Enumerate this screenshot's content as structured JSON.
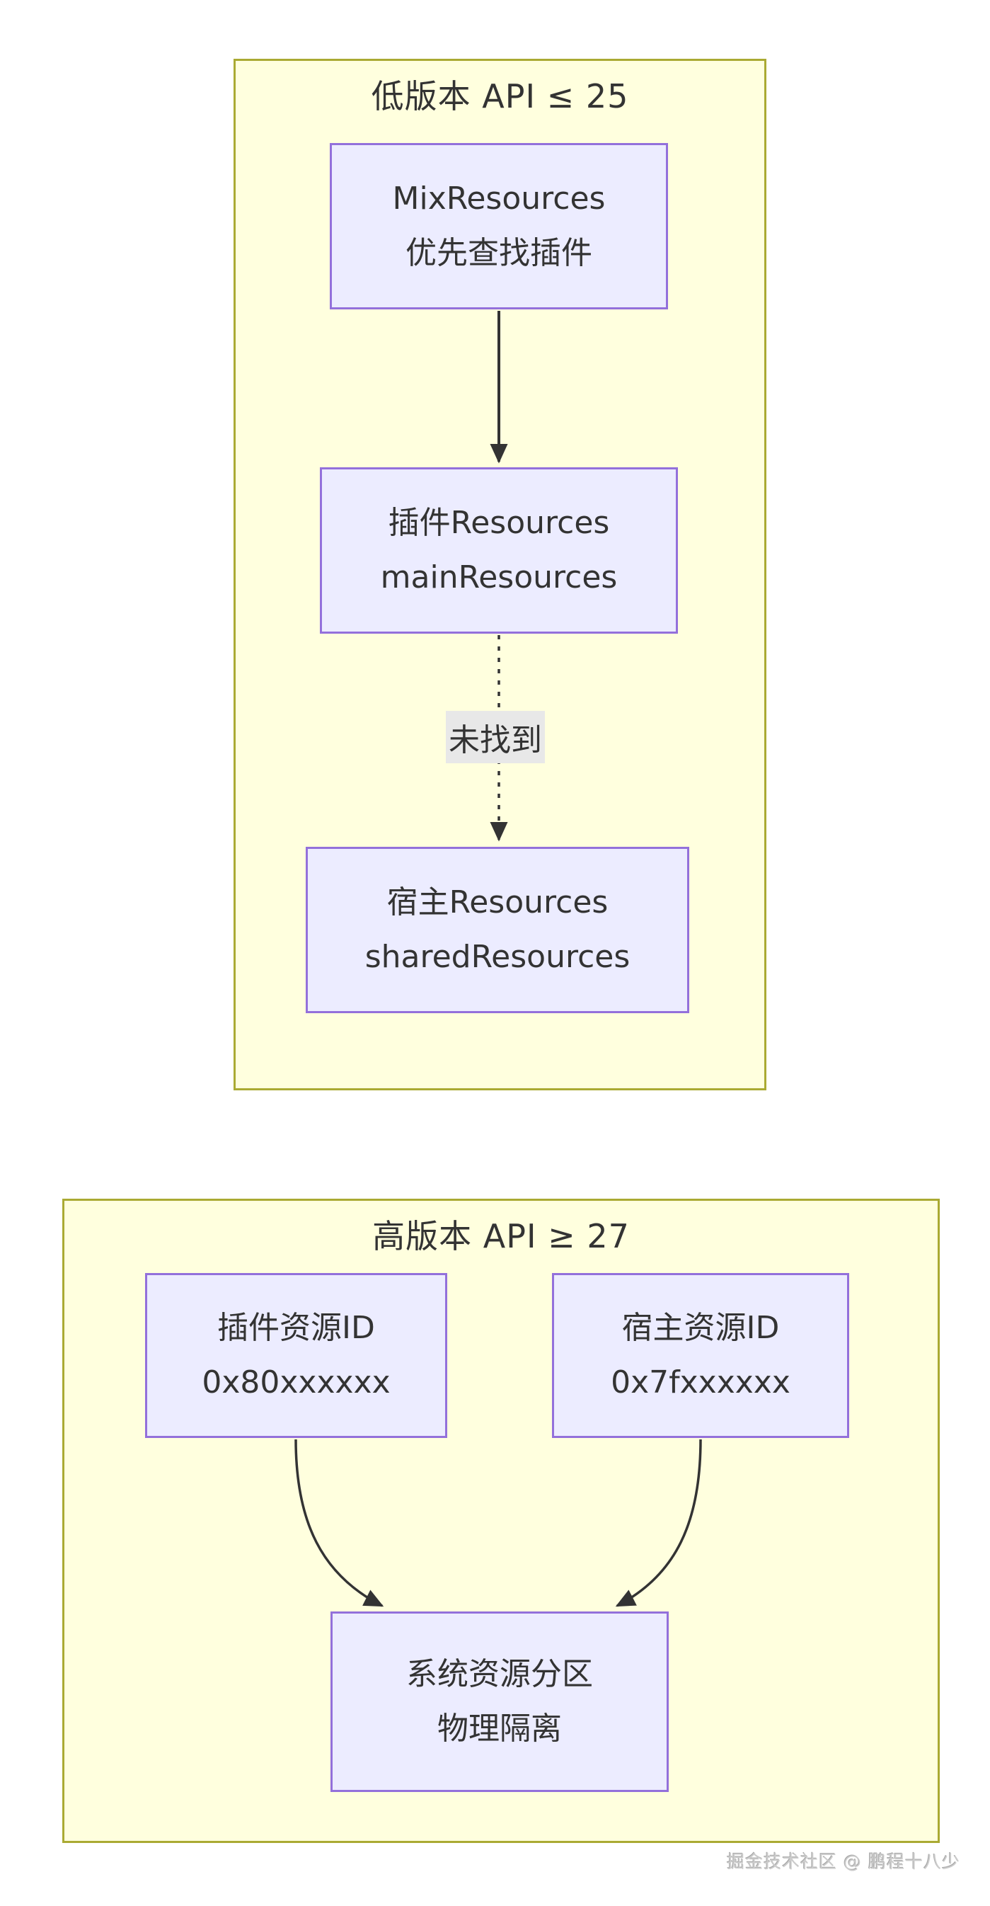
{
  "diagram": {
    "watermark": "掘金技术社区 @ 鹏程十八少",
    "colors": {
      "node_fill": "#ECECFF",
      "node_border": "#9370DB",
      "cluster_fill": "#ffffde",
      "cluster_border": "#aaaa33",
      "edge": "#333333",
      "text": "#333333",
      "edge_label_bg": "#e8e8e8",
      "page_bg": "#ffffff"
    },
    "sections": [
      {
        "title": "低版本 API ≤ 25",
        "nodes": [
          {
            "id": "mix-resources",
            "lines": [
              "MixResources",
              "优先查找插件"
            ]
          },
          {
            "id": "plugin-resources",
            "lines": [
              "插件Resources",
              "mainResources"
            ]
          },
          {
            "id": "host-resources",
            "lines": [
              "宿主Resources",
              "sharedResources"
            ]
          }
        ],
        "edges": [
          {
            "from": "mix-resources",
            "to": "plugin-resources",
            "style": "solid",
            "label": ""
          },
          {
            "from": "plugin-resources",
            "to": "host-resources",
            "style": "dotted",
            "label": "未找到"
          }
        ]
      },
      {
        "title": "高版本 API ≥ 27",
        "nodes": [
          {
            "id": "plugin-res-id",
            "lines": [
              "插件资源ID",
              "0x80xxxxxx"
            ]
          },
          {
            "id": "host-res-id",
            "lines": [
              "宿主资源ID",
              "0x7fxxxxxx"
            ]
          },
          {
            "id": "sys-partition",
            "lines": [
              "系统资源分区",
              "物理隔离"
            ]
          }
        ],
        "edges": [
          {
            "from": "plugin-res-id",
            "to": "sys-partition",
            "style": "solid-curved",
            "label": ""
          },
          {
            "from": "host-res-id",
            "to": "sys-partition",
            "style": "solid-curved",
            "label": ""
          }
        ]
      }
    ]
  }
}
